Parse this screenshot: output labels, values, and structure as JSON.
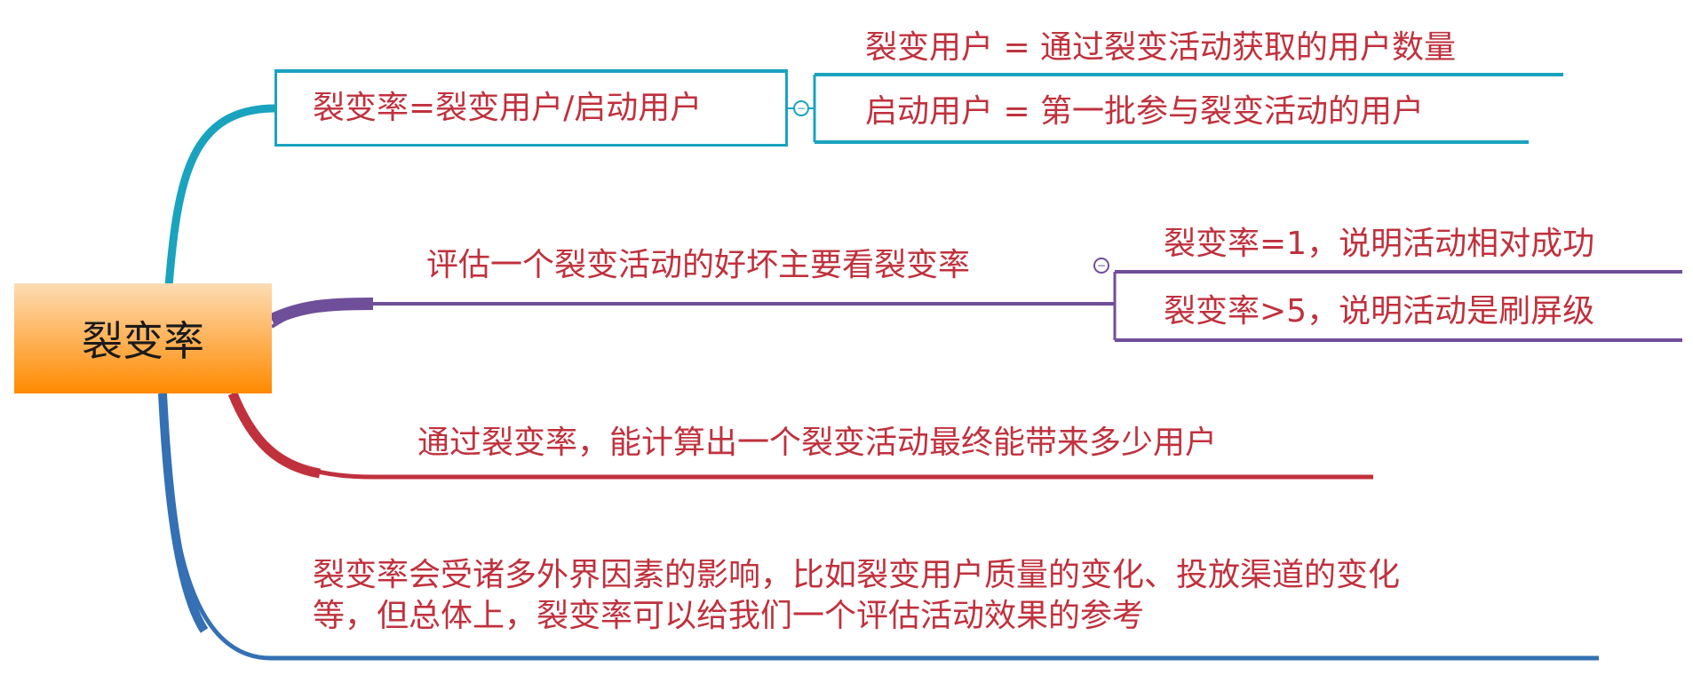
{
  "root": {
    "label": "裂变率"
  },
  "colors": {
    "teal": "#1aa3bf",
    "purple": "#6f4e9a",
    "red": "#c0313d",
    "blue": "#3470b3",
    "text": "#c0313d"
  },
  "branches": [
    {
      "label": "裂变率=裂变用户/启动用户",
      "children": [
        "裂变用户 = 通过裂变活动获取的用户数量",
        "启动用户 = 第一批参与裂变活动的用户"
      ]
    },
    {
      "label": "评估一个裂变活动的好坏主要看裂变率",
      "children": [
        "裂变率=1，说明活动相对成功",
        "裂变率>5，说明活动是刷屏级"
      ]
    },
    {
      "label": "通过裂变率，能计算出一个裂变活动最终能带来多少用户"
    },
    {
      "label_line1": "裂变率会受诸多外界因素的影响，比如裂变用户质量的变化、投放渠道的变化",
      "label_line2": "等，但总体上，裂变率可以给我们一个评估活动效果的参考"
    }
  ],
  "collapse_symbol": "−"
}
